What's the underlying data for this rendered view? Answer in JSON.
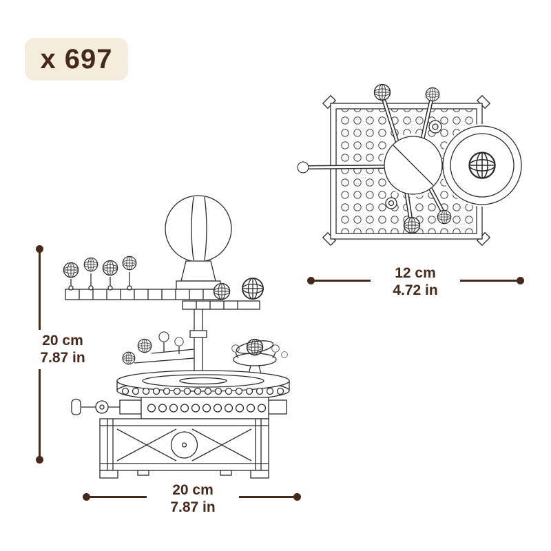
{
  "badge": {
    "label": "x 697"
  },
  "dimensions": {
    "height": {
      "metric": "20 cm",
      "imperial": "7.87 in"
    },
    "top_width": {
      "metric": "12 cm",
      "imperial": "4.72 in"
    },
    "bottom_width": {
      "metric": "20 cm",
      "imperial": "7.87 in"
    }
  },
  "figures": {
    "front_view": "orrery-model-front-view",
    "top_view": "orrery-model-top-view"
  },
  "colors": {
    "accent": "#45291b",
    "badge_bg": "#f4ecdc",
    "line_art": "#2b2b2b",
    "background": "#ffffff"
  }
}
